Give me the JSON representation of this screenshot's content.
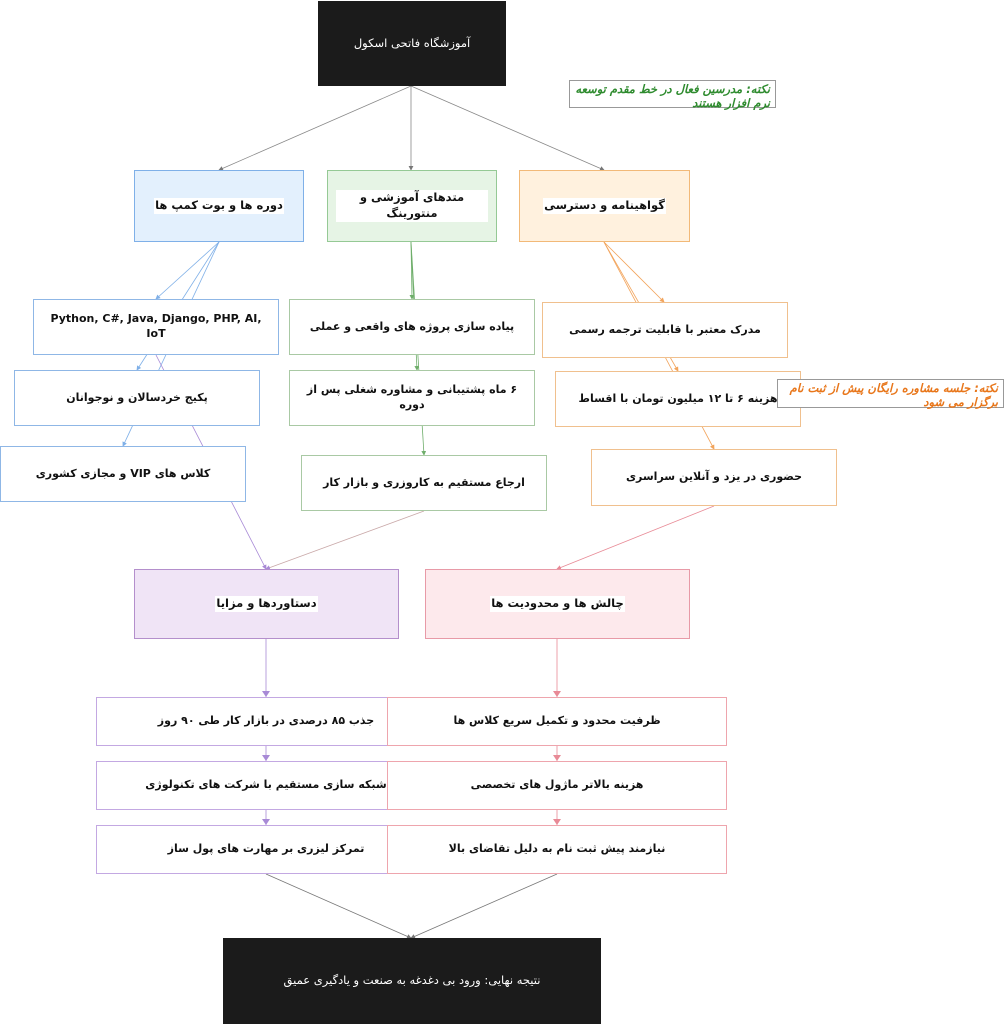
{
  "root": "آموزشگاه فاتحی اسکول",
  "notes": {
    "instructors": "نکته: مدرسین فعال در خط مقدم توسعه نرم افزار هستند",
    "consultation": "نکته: جلسه مشاوره رایگان پیش از ثبت نام برگزار می شود"
  },
  "categories": {
    "courses": "دوره ها و بوت کمپ ها",
    "methods": "متدهای آموزشی و منتورینگ",
    "certificates": "گواهینامه و دسترسی"
  },
  "courses_items": [
    "Python, C#, Java, Django, PHP, AI, IoT",
    "پکیج خردسالان و نوجوانان",
    "کلاس های VIP و مجازی کشوری"
  ],
  "methods_items": [
    "پیاده سازی پروژه های واقعی و عملی",
    "۶ ماه پشتیبانی و مشاوره شغلی پس از دوره",
    "ارجاع مستقیم به کاروزری و بازار کار"
  ],
  "certificates_items": [
    "مدرک معتبر با قابلیت ترجمه رسمی",
    "هزینه ۶ تا ۱۲ میلیون تومان با اقساط",
    "حضوری در یزد و آنلاین سراسری"
  ],
  "outcomes": {
    "achievements": "دستاوردها و مزایا",
    "challenges": "چالش ها و محدودیت ها"
  },
  "achievements_items": [
    "جذب ۸۵ درصدی در بازار کار طی ۹۰ روز",
    "شبکه سازی مستقیم با شرکت های تکنولوژی",
    "تمرکز لیزری بر مهارت های پول ساز"
  ],
  "challenges_items": [
    "ظرفیت محدود و تکمیل سریع کلاس ها",
    "هزینه بالاتر ماژول های تخصصی",
    "نیازمند پیش ثبت نام به دلیل تقاضای بالا"
  ],
  "conclusion": "نتیجه نهایی: ورود بی دغدغه به صنعت و یادگیری عمیق",
  "colors": {
    "dark_node": "#1b1b1b",
    "blue": "#7fb0e8",
    "green": "#95c995",
    "orange": "#f2b978",
    "purple": "#b48fcc",
    "red": "#e89aa7",
    "note_green": "#2e8b2e",
    "note_orange": "#e8761a"
  }
}
